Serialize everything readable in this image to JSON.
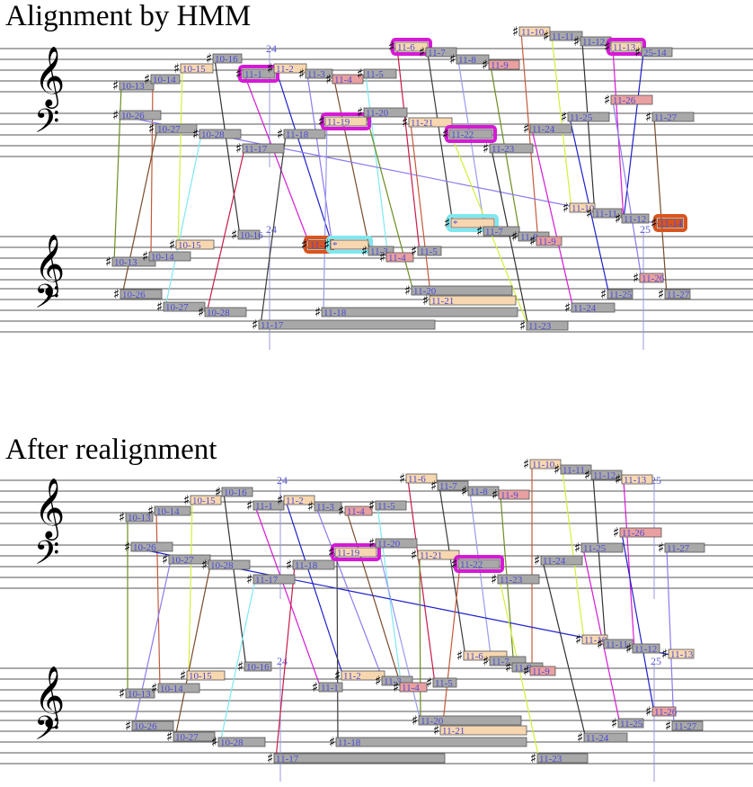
{
  "panels": [
    {
      "title": "Alignment by HMM",
      "upper_bars": [
        "24"
      ],
      "lower_bars": [
        "24",
        "25"
      ],
      "upper_notes": [
        {
          "label": "10-13",
          "fill": "#a8a8a8"
        },
        {
          "label": "10-14",
          "fill": "#a8a8a8"
        },
        {
          "label": "10-15",
          "fill": "#f7d7b0"
        },
        {
          "label": "10-16",
          "fill": "#a8a8a8"
        },
        {
          "label": "11-1",
          "fill": "#a8a8a8",
          "hl": "#d61ad6"
        },
        {
          "label": "11-2",
          "fill": "#f7d7b0"
        },
        {
          "label": "11-3",
          "fill": "#a8a8a8"
        },
        {
          "label": "11-4",
          "fill": "#e8a0a0"
        },
        {
          "label": "11-5",
          "fill": "#a8a8a8"
        },
        {
          "label": "11-6",
          "fill": "#f7d7b0",
          "hl": "#d61ad6"
        },
        {
          "label": "11-7",
          "fill": "#a8a8a8"
        },
        {
          "label": "11-8",
          "fill": "#a8a8a8"
        },
        {
          "label": "11-9",
          "fill": "#e8a0a0"
        },
        {
          "label": "11-10",
          "fill": "#f7d7b0"
        },
        {
          "label": "11-11",
          "fill": "#a8a8a8"
        },
        {
          "label": "11-12",
          "fill": "#a8a8a8"
        },
        {
          "label": "11-13",
          "fill": "#f7d7b0",
          "hl": "#d61ad6"
        },
        {
          "label": "25-14",
          "fill": "#a8a8a8"
        },
        {
          "label": "10-26",
          "fill": "#a8a8a8"
        },
        {
          "label": "10-27",
          "fill": "#a8a8a8"
        },
        {
          "label": "10-28",
          "fill": "#a8a8a8"
        },
        {
          "label": "11-17",
          "fill": "#a8a8a8"
        },
        {
          "label": "11-18",
          "fill": "#a8a8a8"
        },
        {
          "label": "11-19",
          "fill": "#f7d7b0",
          "hl": "#d61ad6"
        },
        {
          "label": "11-20",
          "fill": "#a8a8a8"
        },
        {
          "label": "11-21",
          "fill": "#f7d7b0"
        },
        {
          "label": "11-22",
          "fill": "#a8a8a8",
          "hl": "#d61ad6"
        },
        {
          "label": "11-23",
          "fill": "#a8a8a8"
        },
        {
          "label": "11-24",
          "fill": "#a8a8a8"
        },
        {
          "label": "11-25",
          "fill": "#a8a8a8"
        },
        {
          "label": "11-26",
          "fill": "#e8a0a0"
        },
        {
          "label": "11-27",
          "fill": "#a8a8a8"
        }
      ],
      "lower_notes": [
        {
          "label": "10-13",
          "fill": "#a8a8a8"
        },
        {
          "label": "10-14",
          "fill": "#a8a8a8"
        },
        {
          "label": "10-15",
          "fill": "#f7d7b0"
        },
        {
          "label": "10-16",
          "fill": "#a8a8a8"
        },
        {
          "label": "11-1",
          "fill": "#d9541e",
          "hl": "#d9541e"
        },
        {
          "label": "*",
          "fill": "#f7d7b0",
          "hl": "#7ee8f0"
        },
        {
          "label": "11-3",
          "fill": "#a8a8a8"
        },
        {
          "label": "11-4",
          "fill": "#e8a0a0"
        },
        {
          "label": "11-5",
          "fill": "#a8a8a8"
        },
        {
          "label": "*",
          "fill": "#f7d7b0",
          "hl": "#7ee8f0"
        },
        {
          "label": "11-7",
          "fill": "#a8a8a8"
        },
        {
          "label": "11-8",
          "fill": "#a8a8a8"
        },
        {
          "label": "11-9",
          "fill": "#e8a0a0"
        },
        {
          "label": "11-10",
          "fill": "#f7d7b0"
        },
        {
          "label": "11-11",
          "fill": "#a8a8a8"
        },
        {
          "label": "11-12",
          "fill": "#a8a8a8"
        },
        {
          "label": "11-14",
          "fill": "#d9541e",
          "hl": "#d9541e"
        },
        {
          "label": "10-26",
          "fill": "#a8a8a8"
        },
        {
          "label": "10-27",
          "fill": "#a8a8a8"
        },
        {
          "label": "10-28",
          "fill": "#a8a8a8"
        },
        {
          "label": "11-17",
          "fill": "#a8a8a8"
        },
        {
          "label": "11-18",
          "fill": "#a8a8a8"
        },
        {
          "label": "11-20",
          "fill": "#a8a8a8"
        },
        {
          "label": "11-21",
          "fill": "#f7d7b0"
        },
        {
          "label": "11-23",
          "fill": "#a8a8a8"
        },
        {
          "label": "11-24",
          "fill": "#a8a8a8"
        },
        {
          "label": "11-25",
          "fill": "#a8a8a8"
        },
        {
          "label": "11-26",
          "fill": "#e8a0a0"
        },
        {
          "label": "11-27",
          "fill": "#a8a8a8"
        }
      ]
    },
    {
      "title": "After realignment",
      "upper_bars": [
        "24",
        "25"
      ],
      "lower_bars": [
        "24",
        "25"
      ],
      "upper_notes": [
        {
          "label": "10-13",
          "fill": "#a8a8a8"
        },
        {
          "label": "10-14",
          "fill": "#a8a8a8"
        },
        {
          "label": "10-15",
          "fill": "#f7d7b0"
        },
        {
          "label": "10-16",
          "fill": "#a8a8a8"
        },
        {
          "label": "11-1",
          "fill": "#a8a8a8"
        },
        {
          "label": "11-2",
          "fill": "#f7d7b0"
        },
        {
          "label": "11-3",
          "fill": "#a8a8a8"
        },
        {
          "label": "11-4",
          "fill": "#e8a0a0"
        },
        {
          "label": "11-5",
          "fill": "#a8a8a8"
        },
        {
          "label": "11-6",
          "fill": "#f7d7b0"
        },
        {
          "label": "11-7",
          "fill": "#a8a8a8"
        },
        {
          "label": "11-8",
          "fill": "#a8a8a8"
        },
        {
          "label": "11-9",
          "fill": "#e8a0a0"
        },
        {
          "label": "11-10",
          "fill": "#f7d7b0"
        },
        {
          "label": "11-11",
          "fill": "#a8a8a8"
        },
        {
          "label": "11-12",
          "fill": "#a8a8a8"
        },
        {
          "label": "11-13",
          "fill": "#f7d7b0"
        },
        {
          "label": "10-26",
          "fill": "#a8a8a8"
        },
        {
          "label": "10-27",
          "fill": "#a8a8a8"
        },
        {
          "label": "10-28",
          "fill": "#a8a8a8"
        },
        {
          "label": "11-17",
          "fill": "#a8a8a8"
        },
        {
          "label": "11-18",
          "fill": "#a8a8a8"
        },
        {
          "label": "11-19",
          "fill": "#f7d7b0",
          "hl": "#d61ad6"
        },
        {
          "label": "11-20",
          "fill": "#a8a8a8"
        },
        {
          "label": "11-21",
          "fill": "#f7d7b0"
        },
        {
          "label": "11-22",
          "fill": "#a8a8a8",
          "hl": "#d61ad6"
        },
        {
          "label": "11-23",
          "fill": "#a8a8a8"
        },
        {
          "label": "11-24",
          "fill": "#a8a8a8"
        },
        {
          "label": "11-25",
          "fill": "#a8a8a8"
        },
        {
          "label": "11-26",
          "fill": "#e8a0a0"
        },
        {
          "label": "11-27",
          "fill": "#a8a8a8"
        }
      ],
      "lower_notes": [
        {
          "label": "10-13",
          "fill": "#a8a8a8"
        },
        {
          "label": "10-14",
          "fill": "#a8a8a8"
        },
        {
          "label": "10-15",
          "fill": "#f7d7b0"
        },
        {
          "label": "10-16",
          "fill": "#a8a8a8"
        },
        {
          "label": "11-1",
          "fill": "#a8a8a8"
        },
        {
          "label": "11-2",
          "fill": "#f7d7b0"
        },
        {
          "label": "11-3",
          "fill": "#a8a8a8"
        },
        {
          "label": "11-4",
          "fill": "#e8a0a0"
        },
        {
          "label": "11-5",
          "fill": "#a8a8a8"
        },
        {
          "label": "11-6",
          "fill": "#f7d7b0"
        },
        {
          "label": "11-7",
          "fill": "#a8a8a8"
        },
        {
          "label": "11-8",
          "fill": "#a8a8a8"
        },
        {
          "label": "11-9",
          "fill": "#e8a0a0"
        },
        {
          "label": "11-10",
          "fill": "#f7d7b0"
        },
        {
          "label": "11-11",
          "fill": "#a8a8a8"
        },
        {
          "label": "11-12",
          "fill": "#a8a8a8"
        },
        {
          "label": "11-13",
          "fill": "#f7d7b0"
        },
        {
          "label": "10-26",
          "fill": "#a8a8a8"
        },
        {
          "label": "10-27",
          "fill": "#a8a8a8"
        },
        {
          "label": "10-28",
          "fill": "#a8a8a8"
        },
        {
          "label": "11-17",
          "fill": "#a8a8a8"
        },
        {
          "label": "11-18",
          "fill": "#a8a8a8"
        },
        {
          "label": "11-20",
          "fill": "#a8a8a8"
        },
        {
          "label": "11-21",
          "fill": "#f7d7b0"
        },
        {
          "label": "11-23",
          "fill": "#a8a8a8"
        },
        {
          "label": "11-24",
          "fill": "#a8a8a8"
        },
        {
          "label": "11-25",
          "fill": "#a8a8a8"
        },
        {
          "label": "11-26",
          "fill": "#e8a0a0"
        },
        {
          "label": "11-27",
          "fill": "#a8a8a8"
        }
      ]
    }
  ],
  "link_colors": [
    "#6b8e23",
    "#c45a3a",
    "#d4ef3a",
    "#333333",
    "#d61ad6",
    "#1f1fcc",
    "#8a7cf0",
    "#7a4b2a",
    "#7fe8f0",
    "#c81a4a",
    "#3c3c3c",
    "#9a9af0"
  ]
}
